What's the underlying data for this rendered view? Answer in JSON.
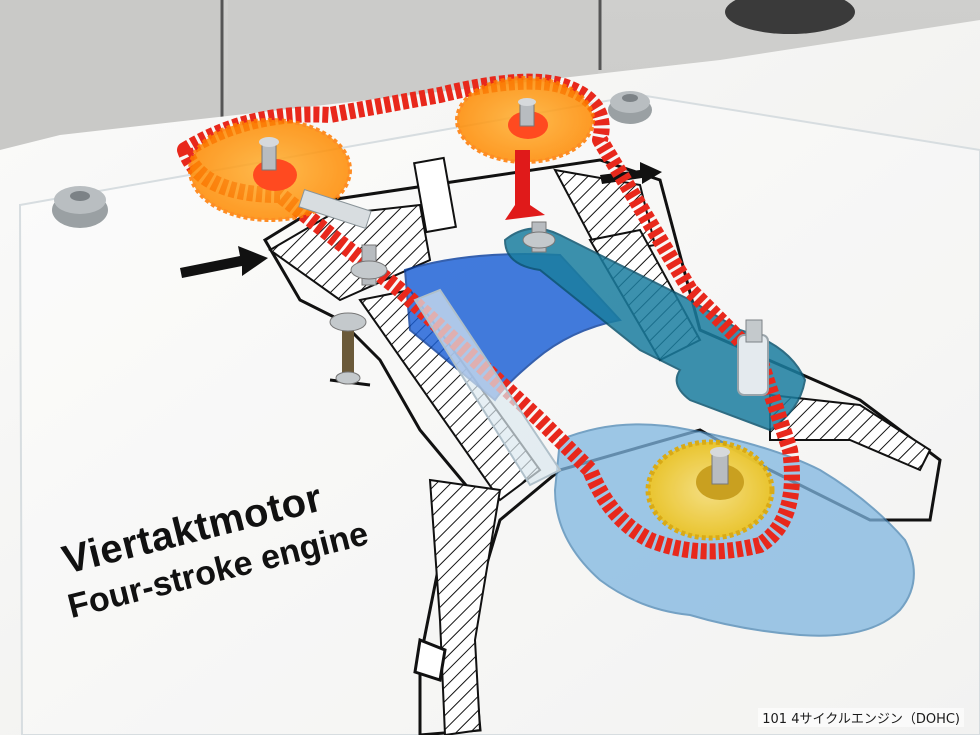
{
  "photo": {
    "title_de": "Viertaktmotor",
    "title_en": "Four-stroke engine",
    "caption": "101 4サイクルエンジン（DOHC)",
    "colors": {
      "belt": "#e8281c",
      "gear_orange": "#ff9a10",
      "gear_yellow": "#f5d020",
      "piston_blue": "#1a5fd6",
      "rod_teal": "#1b7ea0",
      "crank_lightblue": "#7fb6e0",
      "background": "#d8d8d6",
      "board": "#f4f4f2"
    }
  }
}
